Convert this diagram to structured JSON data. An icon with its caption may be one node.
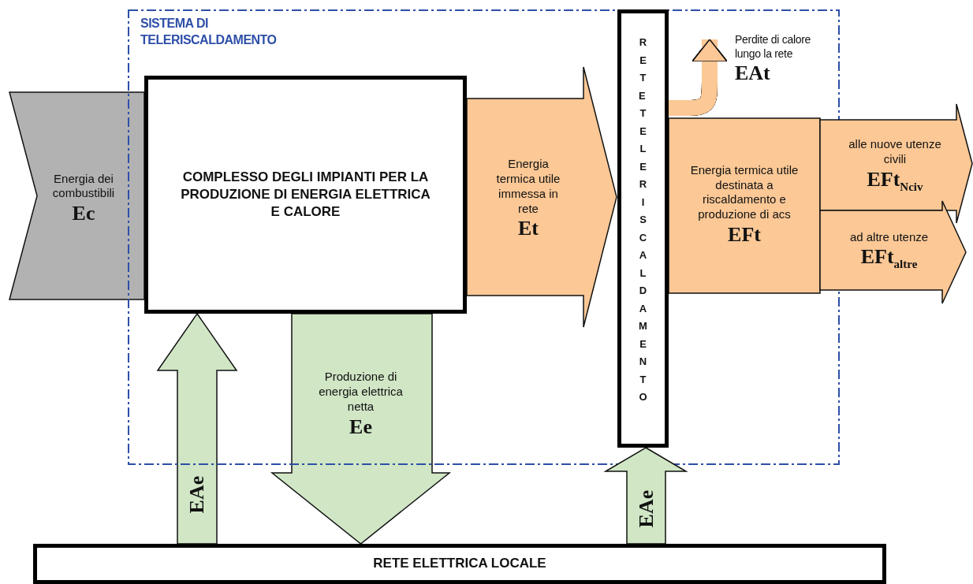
{
  "diagram": {
    "nodes": [
      {
        "text": [
          "SISTEMA DI TELERISCALDAMENTO"
        ]
      },
      {
        "text": [
          "Energia dei combustibili",
          "Ec"
        ]
      },
      {
        "text": [
          "COMPLESSO DEGLI IMPIANTI PER LA PRODUZIONE DI ENERGIA ELETTRICA E CALORE"
        ],
        "in": 0
      },
      {
        "text": [
          "Energia termica utile immessa in rete",
          "Et"
        ],
        "in": 0
      },
      {
        "text": [
          "RETE TELERISCALDAMENTO"
        ],
        "in": 0
      },
      {
        "text": [
          "Perdite di calore lungo la rete",
          "EAt"
        ],
        "in": 0
      },
      {
        "text": [
          "Energia termica utile destinata a riscaldamento e produzione di acs",
          "EFt"
        ],
        "in": 0
      },
      {
        "text": [
          "alle nuove utenze civili",
          "EFt$_{Nciv}$"
        ]
      },
      {
        "text": [
          "ad altre utenze",
          "EFt$_{altre}$"
        ]
      },
      {
        "text": [
          "EAe"
        ]
      },
      {
        "text": [
          "Produzione di energia elettrica netta",
          "Ee"
        ]
      },
      {
        "text": [
          "EAe"
        ]
      },
      {
        "text": [
          "RETE ELETTRICA LOCALE"
        ]
      }
    ],
    "edges": [
      {
        "from": 4,
        "to": 5,
        "arrow": "to"
      },
      {
        "from": 2,
        "to": 4,
        "arrow": "to"
      },
      {
        "from": 6,
        "to": null,
        "arrow": "to"
      },
      {
        "from": 6,
        "to": null,
        "arrow": "to"
      },
      {
        "from": 12,
        "to": 2,
        "arrow": "to"
      },
      {
        "from": 2,
        "to": 12,
        "arrow": "to"
      },
      {
        "from": 12,
        "to": 4,
        "arrow": "to"
      }
    ]
  }
}
